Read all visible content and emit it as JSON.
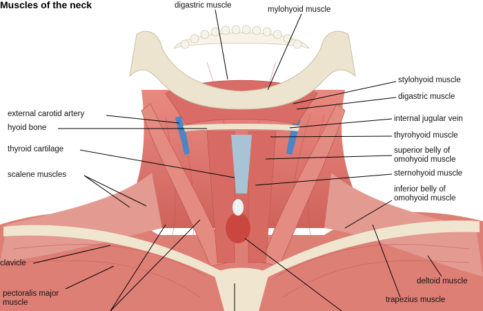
{
  "title": "Muscles of the neck",
  "labels": {
    "digastric_top": "digastric muscle",
    "mylohyoid": "mylohyoid muscle",
    "stylohyoid": "stylohyoid muscle",
    "digastric_right": "digastric muscle",
    "external_carotid": "external carotid artery",
    "internal_jugular": "internal jugular vein",
    "hyoid_bone": "hyoid bone",
    "thyrohyoid": "thyrohyoid muscle",
    "thyroid_cartilage": "thyroid cartilage",
    "superior_omohyoid_1": "superior belly of",
    "superior_omohyoid_2": "omohyoid muscle",
    "sternohyoid": "sternohyoid muscle",
    "scalene": "scalene muscles",
    "inferior_omohyoid_1": "inferior belly of",
    "inferior_omohyoid_2": "omohyoid muscle",
    "clavicle": "clavicle",
    "pectoralis_1": "pectoralis major",
    "pectoralis_2": "muscle",
    "deltoid": "deltoid muscle",
    "trapezius": "trapezius muscle"
  },
  "colors": {
    "muscle": "#d9716a",
    "muscle_light": "#eca59b",
    "muscle_dark": "#b9504b",
    "bone": "#ece4cf",
    "vein": "#4c86c4",
    "cartilage": "#a9c3d6",
    "line": "#000000"
  }
}
